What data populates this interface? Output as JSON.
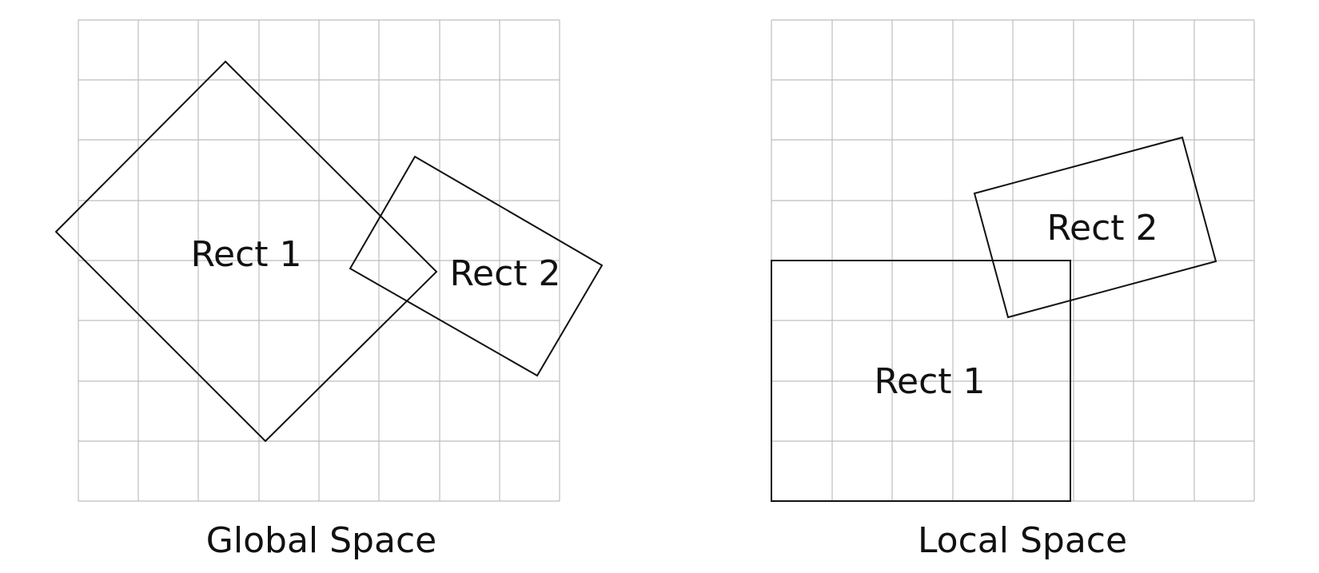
{
  "global_panel": {
    "caption": "Global Space",
    "rect1_label": "Rect 1",
    "rect2_label": "Rect 2"
  },
  "local_panel": {
    "caption": "Local Space",
    "rect1_label": "Rect 1",
    "rect2_label": "Rect 2"
  }
}
